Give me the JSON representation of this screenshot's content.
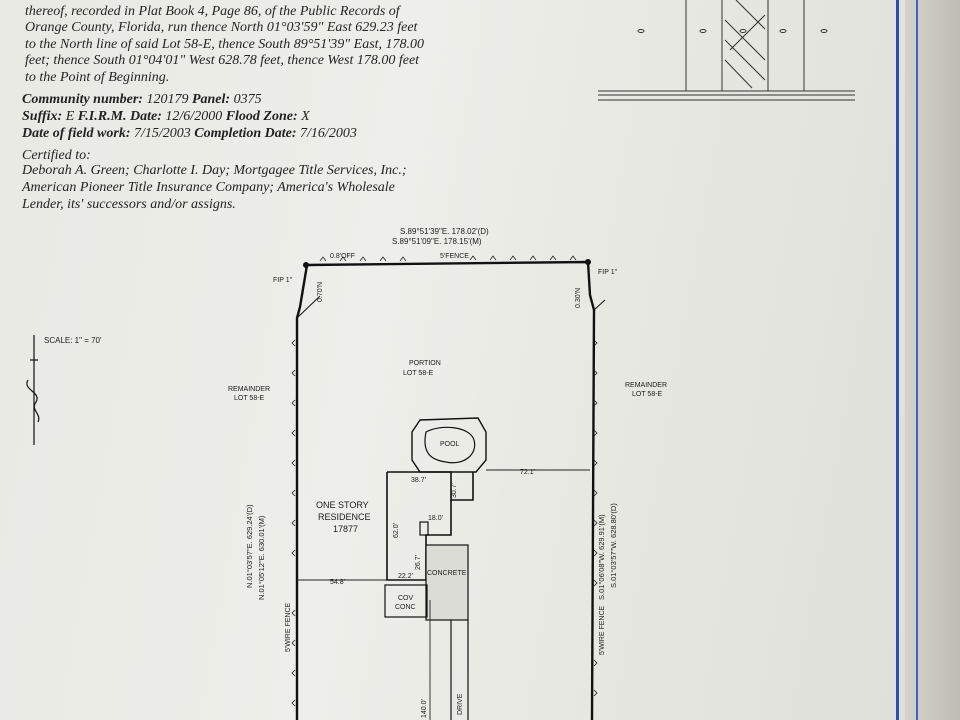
{
  "legal_description": [
    "thereof, recorded in Plat Book 4, Page 86, of the Public Records of",
    "Orange County, Florida, run thence North 01°03'59\" East 629.23 feet",
    "to the North line of said Lot 58-E, thence South 89°51'39\" East, 178.00",
    "feet; thence South 01°04'01\" West 628.78 feet, thence West 178.00 feet",
    "to the Point of Beginning."
  ],
  "community": {
    "label": "Community number:",
    "number": "120179",
    "panel_label": "Panel:",
    "panel": "0375"
  },
  "suffix": {
    "label": "Suffix:",
    "value": "E",
    "firm_label": "F.I.R.M. Date:",
    "firm_date": "12/6/2000",
    "flood_label": "Flood Zone:",
    "flood_zone": "X"
  },
  "dates": {
    "field_label": "Date of field work:",
    "field_date": "7/15/2003",
    "completion_label": "Completion Date:",
    "completion_date": "7/16/2003"
  },
  "certified": {
    "label": "Certified to:",
    "lines": [
      "Deborah A. Green; Charlotte I. Day; Mortgagee Title Services, Inc.;",
      "American Pioneer Title Insurance Company; America's Wholesale",
      "Lender, its' successors and/or assigns."
    ]
  },
  "survey": {
    "north_bearing_deed": "S.89°51'39\"E.  178.02'(D)",
    "north_bearing_measured": "S.89°51'09\"E.  178.15'(M)",
    "offset_left": "0.8'OFF",
    "fence_north": "5'FENCE",
    "fip_left": "FIP 1\"",
    "fip_right": "FIP 1\"",
    "left_offset": "0.70'N",
    "right_offset": "0.30'N",
    "scale": "SCALE:  1\" = 70'",
    "remainder_left": [
      "REMAINDER",
      "LOT 58-E"
    ],
    "remainder_right": [
      "REMAINDER",
      "LOT 58-E"
    ],
    "portion": [
      "PORTION",
      "LOT 58-E"
    ],
    "pool": "POOL",
    "residence": [
      "ONE STORY",
      "RESIDENCE",
      "17877"
    ],
    "dims": {
      "d72_1": "72.1'",
      "d38_7": "38.7'",
      "d30_7": "30.7'",
      "d18_0": "18.0'",
      "d62_0": "62.0'",
      "d26_7": "26.7'",
      "d22_2": "22.2'",
      "d54_8": "54.8'",
      "d140_0": "140.0'"
    },
    "concrete": "CONCRETE",
    "cov_conc": [
      "COV",
      "CONC"
    ],
    "drive": "DRIVE",
    "west_bearing": [
      "N.01°03'57\"E.   629.24'(D)",
      "N.01°05'12\"E.   630.01'(M)"
    ],
    "east_bearing": [
      "S.01°06'08\"W.   629.91'(M)",
      "S.01°03'57\"W.   628.80'(D)"
    ],
    "fence_west": "5'WIRE FENCE",
    "fence_east": "5'WIRE FENCE"
  },
  "colors": {
    "ink": "#1b1b1b",
    "paper": "#ecece7",
    "border_blue": "#2f4fb0"
  }
}
